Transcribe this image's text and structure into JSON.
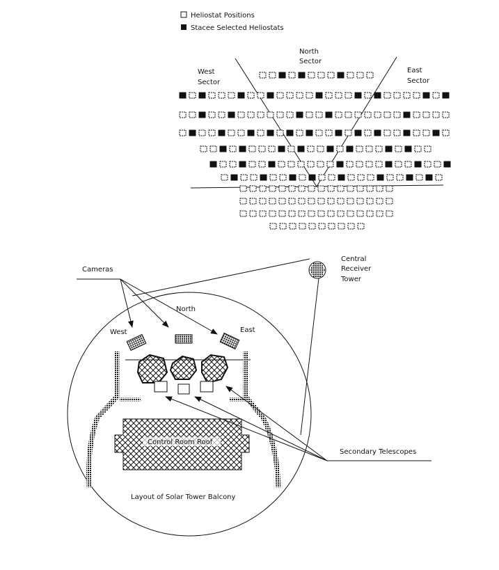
{
  "legend": {
    "open_label": "Heliostat Positions",
    "selected_label": "Stacee Selected Heliostats"
  },
  "sectors": {
    "north": [
      "North",
      "Sector"
    ],
    "west": [
      "West",
      "Sector"
    ],
    "east": [
      "East",
      "Sector"
    ]
  },
  "heliostat_rows": [
    "ooxoxoooxooo",
    "xoxoooxooxooooxoooxoxooooxox",
    "ooxooxooooooxooxoooooooxoooo",
    "oxooxooxoxoxoxooxoxoxooxooxo",
    "ooxoxoooxoxooxoxoooxoxoo",
    "xooxooxooooooxooooxooxoox",
    "oxooxooxoxooxoooxooxoxo",
    "oooooooooooooooo",
    "oooooooooooooooo",
    "oooooooooooooooo",
    "oooooooooo"
  ],
  "balcony": {
    "cameras_label": "Cameras",
    "receiver_label": [
      "Central",
      "Receiver",
      "Tower"
    ],
    "north_label": "North",
    "west_label": "West",
    "east_label": "East",
    "roof_label": "Control Room Roof",
    "secondary_label": "Secondary Telescopes",
    "caption": "Layout of Solar Tower Balcony"
  }
}
